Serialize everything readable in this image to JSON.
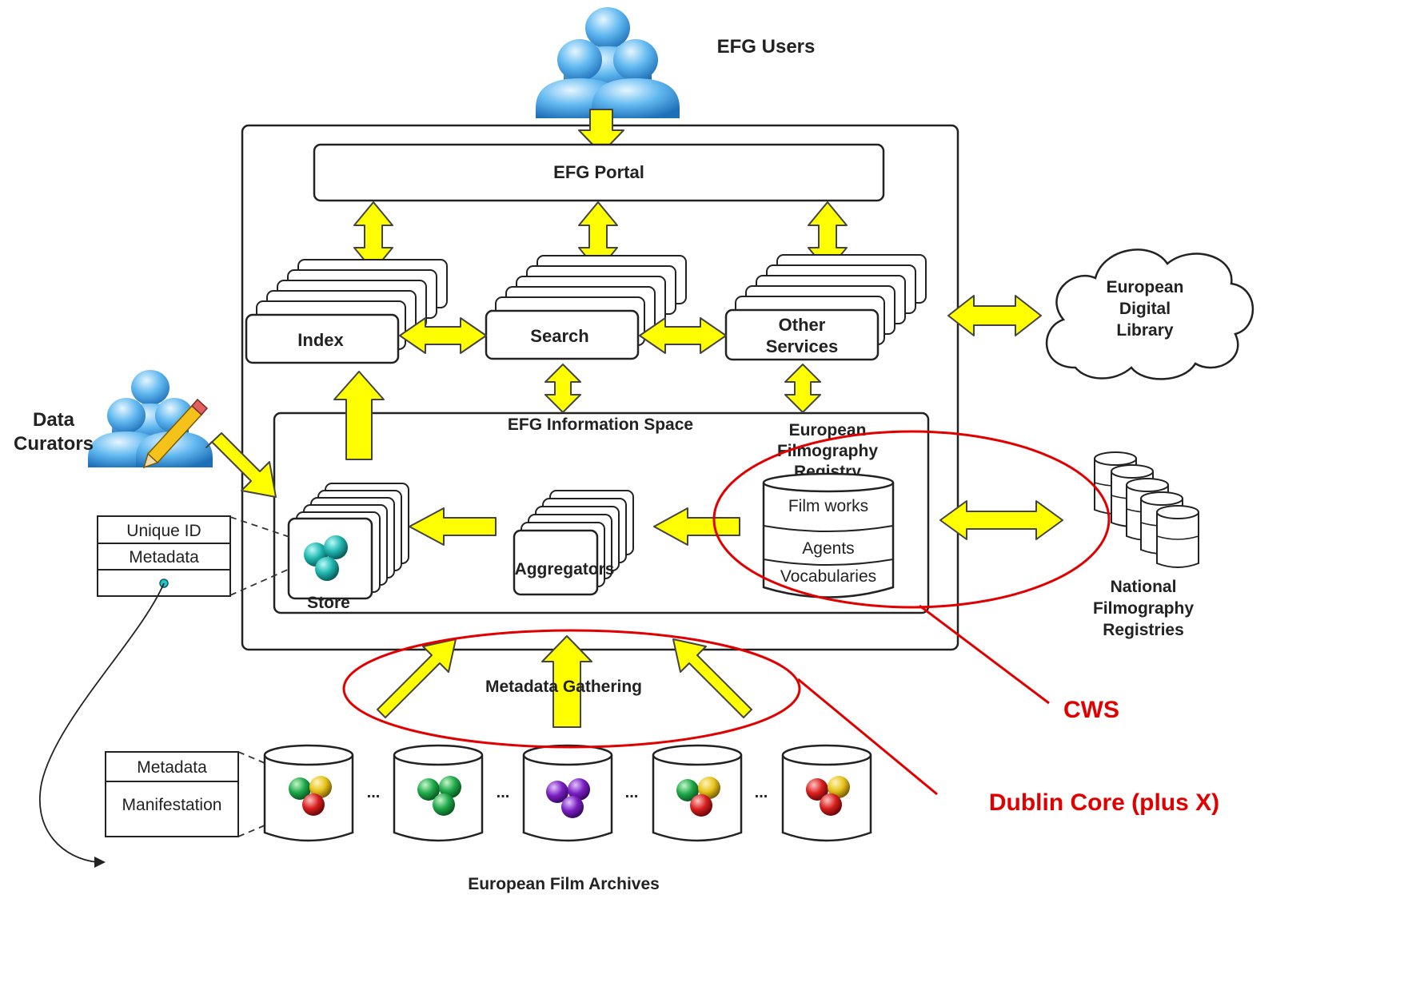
{
  "labels": {
    "efg_users": "EFG Users",
    "efg_portal": "EFG Portal",
    "index": "Index",
    "search": "Search",
    "other_services_1": "Other",
    "other_services_2": "Services",
    "european_digital_library_1": "European",
    "european_digital_library_2": "Digital",
    "european_digital_library_3": "Library",
    "data_curators_1": "Data",
    "data_curators_2": "Curators",
    "efg_information_space": "EFG Information Space",
    "efr_1": "European",
    "efr_2": "Filmography",
    "efr_3": "Registry",
    "film_works": "Film works",
    "agents": "Agents",
    "vocabularies": "Vocabularies",
    "store": "Store",
    "aggregators": "Aggregators",
    "unique_id": "Unique ID",
    "metadata_top": "Metadata",
    "metadata_bottom": "Metadata",
    "manifestation": "Manifestation",
    "nfr_1": "National",
    "nfr_2": "Filmography",
    "nfr_3": "Registries",
    "metadata_gathering": "Metadata Gathering",
    "european_film_archives": "European Film Archives",
    "ellipsis": "...",
    "cws": "CWS",
    "dublin_core": "Dublin Core (plus X)"
  },
  "colors": {
    "arrow_fill": "#ffff00",
    "annotation_red": "#e00000",
    "teal_sphere": "#1fb5b0",
    "green_sphere": "#1ea84a",
    "red_sphere": "#d81e1e",
    "yellow_sphere": "#e8c21a",
    "purple_sphere": "#7a1fc2",
    "user_icon_blue": "#4aa6e8"
  },
  "icons": [
    "users-icon",
    "curator-users-icon",
    "pencil-icon",
    "database-icon",
    "cloud-icon"
  ]
}
